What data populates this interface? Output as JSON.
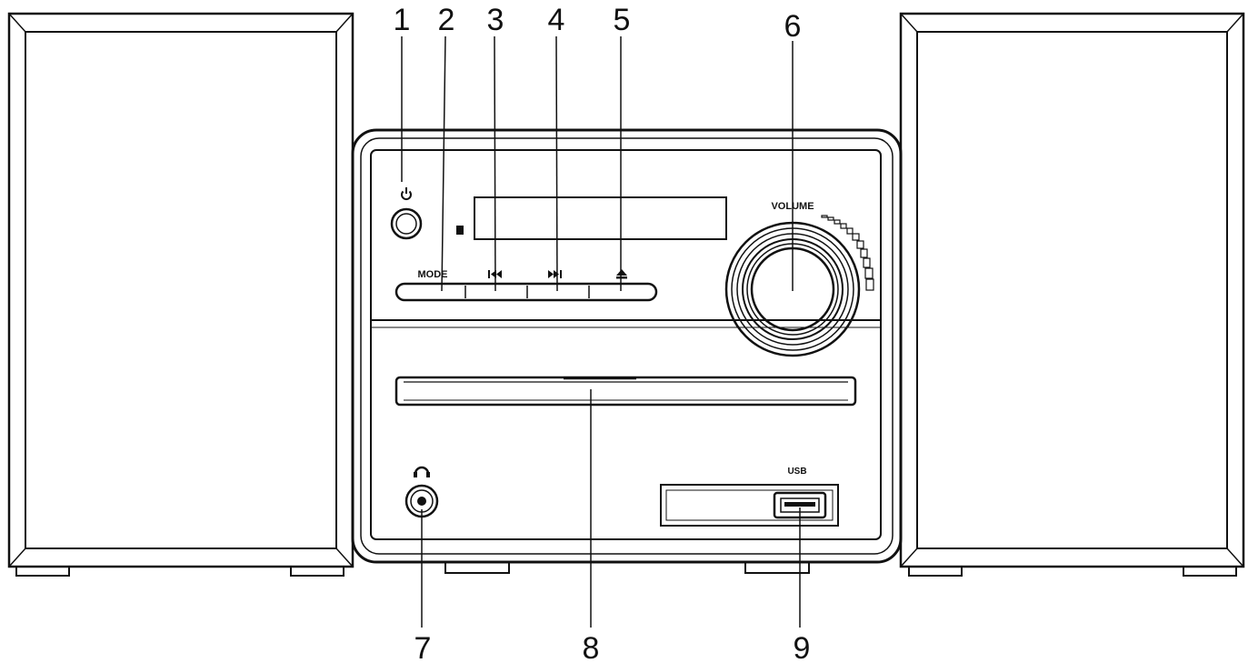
{
  "diagram": {
    "labels": {
      "mode": "MODE",
      "volume": "VOLUME",
      "usb": "USB"
    },
    "callouts": [
      "1",
      "2",
      "3",
      "4",
      "5",
      "6",
      "7",
      "8",
      "9"
    ],
    "icons": [
      "power-icon",
      "previous-track-icon",
      "next-track-icon",
      "eject-icon",
      "headphones-icon",
      "remote-sensor-icon"
    ],
    "colors": {
      "line": "#111111",
      "background": "#ffffff"
    }
  }
}
